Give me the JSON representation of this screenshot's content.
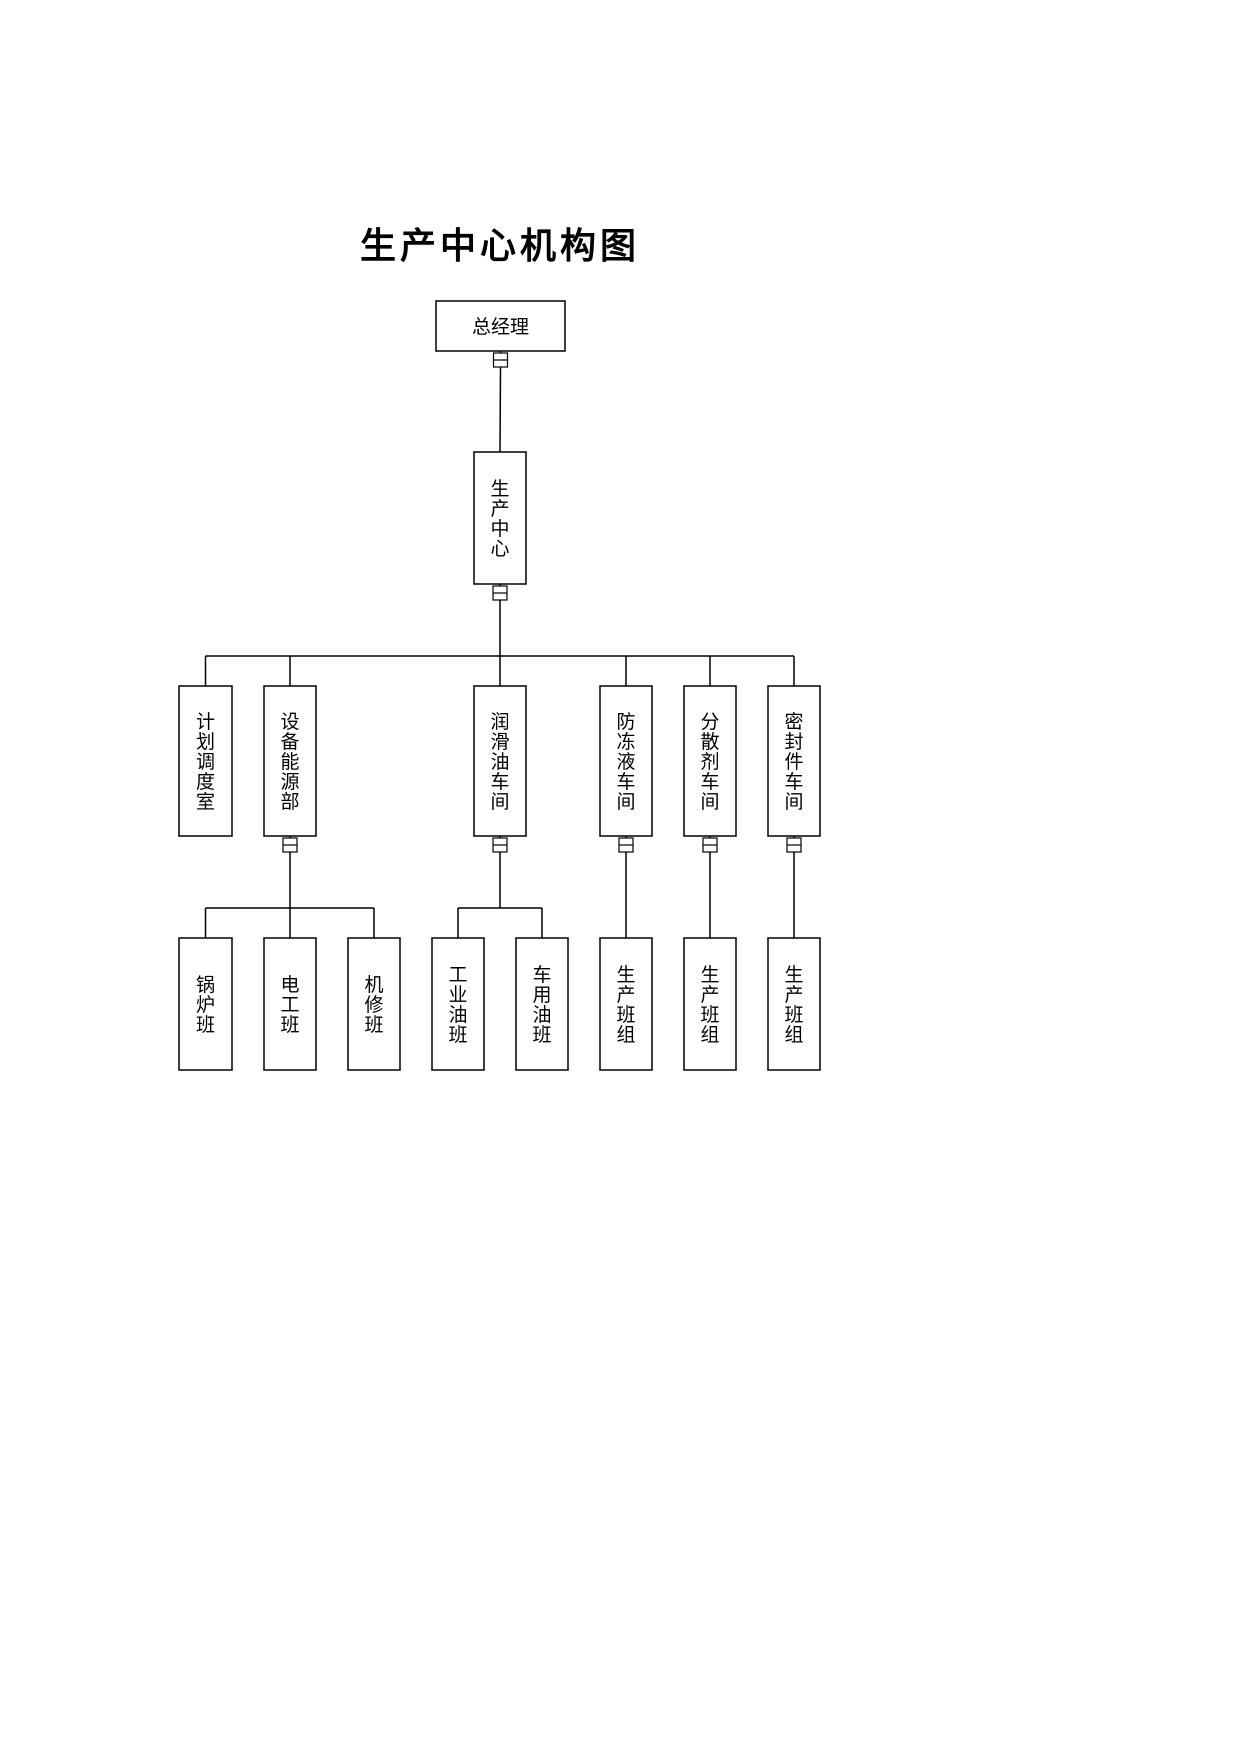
{
  "title": "生产中心机构图",
  "colors": {
    "line": "#000000",
    "box_fill": "#ffffff"
  },
  "nodes": [
    {
      "id": "gm",
      "label": "总经理",
      "parent": null
    },
    {
      "id": "pc",
      "label": "生产中心",
      "parent": "gm"
    },
    {
      "id": "plan",
      "label": "计划调度室",
      "parent": "pc"
    },
    {
      "id": "equip",
      "label": "设备能源部",
      "parent": "pc"
    },
    {
      "id": "lube",
      "label": "润滑油车间",
      "parent": "pc"
    },
    {
      "id": "antifreeze",
      "label": "防冻液车间",
      "parent": "pc"
    },
    {
      "id": "dispersant",
      "label": "分散剂车间",
      "parent": "pc"
    },
    {
      "id": "seal",
      "label": "密封件车间",
      "parent": "pc"
    },
    {
      "id": "boiler",
      "label": "锅炉班",
      "parent": "equip"
    },
    {
      "id": "electric",
      "label": "电工班",
      "parent": "equip"
    },
    {
      "id": "repair",
      "label": "机修班",
      "parent": "equip"
    },
    {
      "id": "ind_oil",
      "label": "工业油班",
      "parent": "lube"
    },
    {
      "id": "car_oil",
      "label": "车用油班",
      "parent": "lube"
    },
    {
      "id": "prod1",
      "label": "生产班组",
      "parent": "antifreeze"
    },
    {
      "id": "prod2",
      "label": "生产班组",
      "parent": "dispersant"
    },
    {
      "id": "prod3",
      "label": "生产班组",
      "parent": "seal"
    }
  ]
}
